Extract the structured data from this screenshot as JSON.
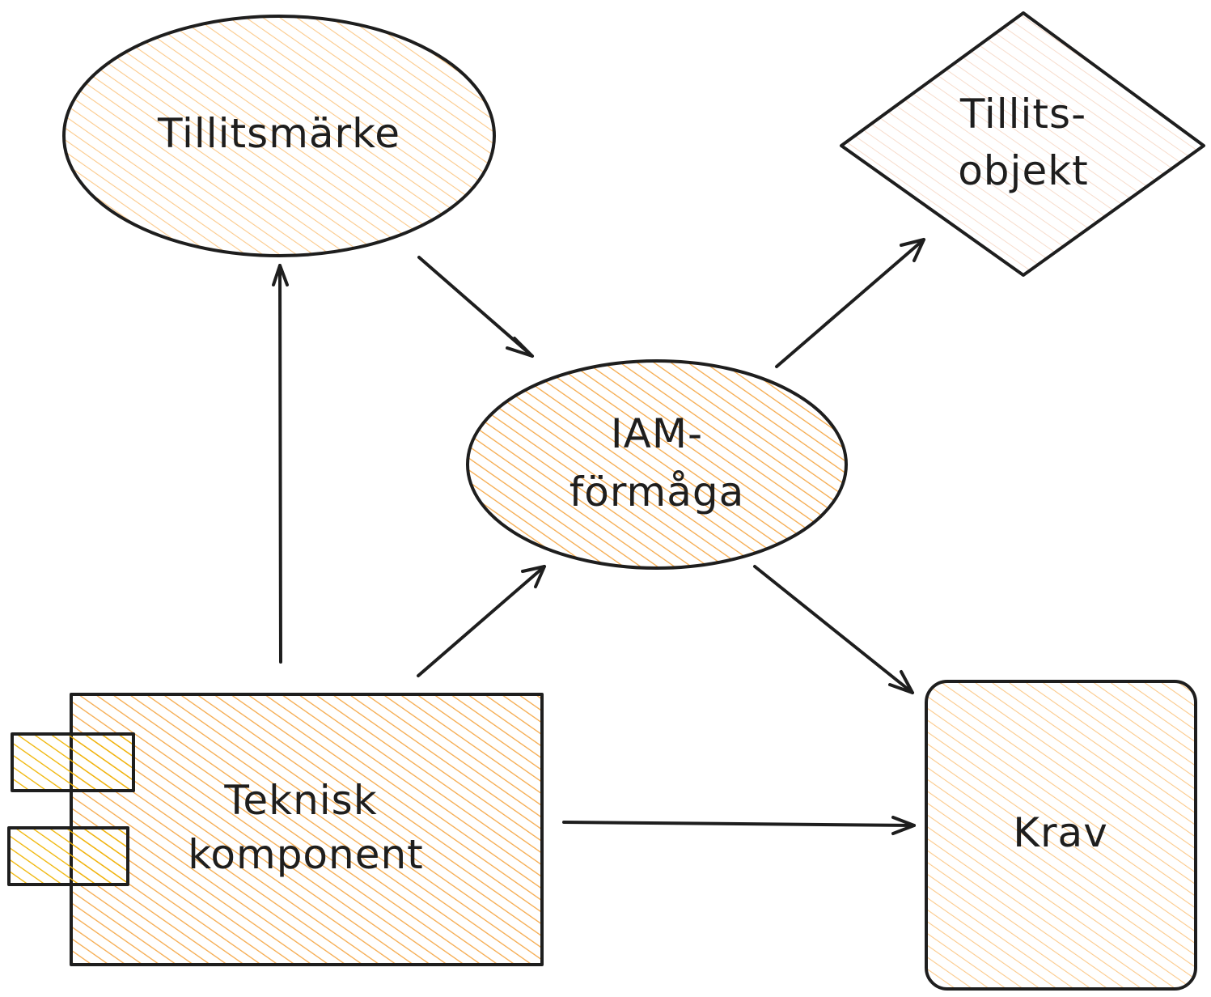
{
  "colors": {
    "stroke": "#1e1e1e",
    "hatch_orange": "#f5a94a",
    "hatch_light": "#fbd4a0",
    "hatch_pale": "#f7d9c4",
    "hatch_yellow": "#f0b400"
  },
  "nodes": {
    "tillitsmarke": {
      "label": "Tillitsmärke"
    },
    "tillitsobjekt": {
      "line1": "Tillits-",
      "line2": "objekt"
    },
    "iam": {
      "line1": "IAM-",
      "line2": "förmåga"
    },
    "teknisk": {
      "line1": "Teknisk",
      "line2": "komponent"
    },
    "krav": {
      "label": "Krav"
    }
  }
}
